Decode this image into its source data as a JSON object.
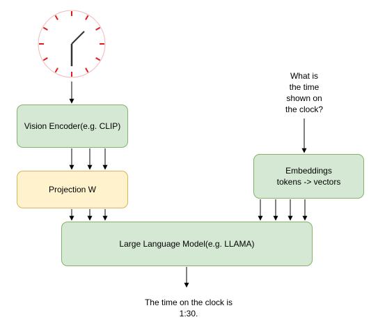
{
  "nodes": {
    "vision_encoder": "Vision Encoder(e.g. CLIP)",
    "projection": "Projection W",
    "embeddings_line1": "Embeddings",
    "embeddings_line2": "tokens -> vectors",
    "llm": "Large Language Model(e.g. LLAMA)"
  },
  "question": {
    "line1": "What is",
    "line2": "the time",
    "line3": "shown on",
    "line4": "the clock?"
  },
  "output": {
    "line1": "The time on the clock is",
    "line2": "1:30."
  },
  "clock": {
    "icon": "clock-icon",
    "time_shown": "1:30",
    "face_color": "#e31a1c",
    "hand_color": "#333333"
  },
  "colors": {
    "green_fill": "#d5e8d4",
    "green_stroke": "#82b366",
    "yellow_fill": "#fff2cc",
    "yellow_stroke": "#d6b656"
  }
}
